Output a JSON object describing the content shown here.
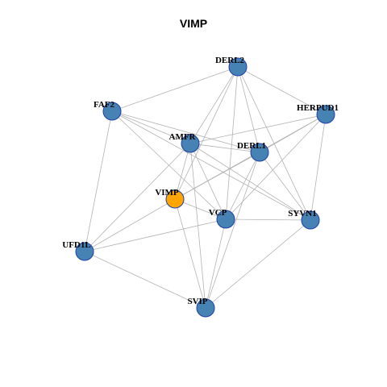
{
  "graph": {
    "title": "VIMP",
    "colors": {
      "default_node": "#4682b4",
      "highlight_node": "#ffa500",
      "edge": "#b3b3b3",
      "node_border": "#1f3fa8"
    },
    "nodes": [
      {
        "id": "DERL2",
        "label": "DERL2",
        "highlight": false
      },
      {
        "id": "FAF2",
        "label": "FAF2",
        "highlight": false
      },
      {
        "id": "HERPUD1",
        "label": "HERPUD1",
        "highlight": false
      },
      {
        "id": "AMFR",
        "label": "AMFR",
        "highlight": false
      },
      {
        "id": "DERL1",
        "label": "DERL1",
        "highlight": false
      },
      {
        "id": "VIMP",
        "label": "VIMP",
        "highlight": true
      },
      {
        "id": "VCP",
        "label": "VCP",
        "highlight": false
      },
      {
        "id": "SYVN1",
        "label": "SYVN1",
        "highlight": false
      },
      {
        "id": "UFD1L",
        "label": "UFD1L",
        "highlight": false
      },
      {
        "id": "SVIP",
        "label": "SVIP",
        "highlight": false
      }
    ],
    "edges": [
      [
        "DERL2",
        "FAF2"
      ],
      [
        "DERL2",
        "HERPUD1"
      ],
      [
        "DERL2",
        "AMFR"
      ],
      [
        "DERL2",
        "DERL1"
      ],
      [
        "DERL2",
        "VIMP"
      ],
      [
        "DERL2",
        "VCP"
      ],
      [
        "DERL2",
        "SYVN1"
      ],
      [
        "FAF2",
        "AMFR"
      ],
      [
        "FAF2",
        "DERL1"
      ],
      [
        "FAF2",
        "VCP"
      ],
      [
        "FAF2",
        "SYVN1"
      ],
      [
        "FAF2",
        "UFD1L"
      ],
      [
        "HERPUD1",
        "AMFR"
      ],
      [
        "HERPUD1",
        "DERL1"
      ],
      [
        "HERPUD1",
        "VIMP"
      ],
      [
        "HERPUD1",
        "VCP"
      ],
      [
        "HERPUD1",
        "SYVN1"
      ],
      [
        "AMFR",
        "DERL1"
      ],
      [
        "AMFR",
        "VIMP"
      ],
      [
        "AMFR",
        "VCP"
      ],
      [
        "AMFR",
        "SYVN1"
      ],
      [
        "AMFR",
        "UFD1L"
      ],
      [
        "AMFR",
        "SVIP"
      ],
      [
        "DERL1",
        "VIMP"
      ],
      [
        "DERL1",
        "VCP"
      ],
      [
        "DERL1",
        "SYVN1"
      ],
      [
        "DERL1",
        "SVIP"
      ],
      [
        "VIMP",
        "VCP"
      ],
      [
        "VIMP",
        "UFD1L"
      ],
      [
        "VIMP",
        "SVIP"
      ],
      [
        "VCP",
        "SYVN1"
      ],
      [
        "VCP",
        "UFD1L"
      ],
      [
        "VCP",
        "SVIP"
      ],
      [
        "SYVN1",
        "SVIP"
      ],
      [
        "UFD1L",
        "SVIP"
      ]
    ]
  }
}
